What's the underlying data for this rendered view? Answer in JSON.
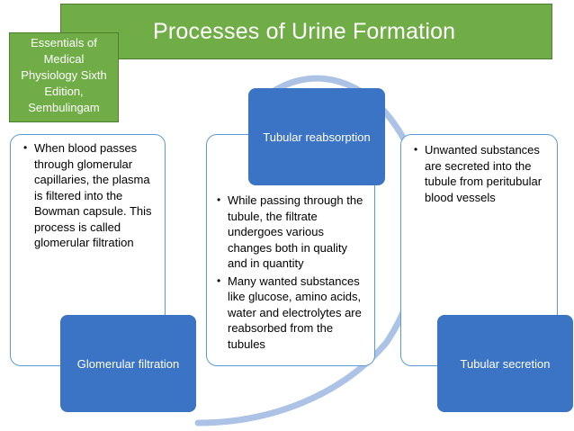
{
  "title": "Processes of Urine Formation",
  "source": [
    "Essentials of",
    "Medical",
    "Physiology Sixth",
    "Edition,",
    "Sembulingam"
  ],
  "colors": {
    "title_bg": "#70ad47",
    "label_bg": "#3b73c5",
    "card_border": "#5b9bd5",
    "arc": "#adc3e6"
  },
  "steps": [
    {
      "label": "Glomerular filtration",
      "bullets": [
        "When blood passes through glomerular capillaries, the plasma is filtered into the Bowman capsule. This process is called glomerular filtration"
      ]
    },
    {
      "label": "Tubular reabsorption",
      "bullets": [
        "While passing through the tubule, the filtrate undergoes various changes both in quality and in quantity",
        "Many wanted substances like glucose, amino acids, water and electrolytes are reabsorbed from the tubules"
      ]
    },
    {
      "label": "Tubular secretion",
      "bullets": [
        "Unwanted substances are secreted into the tubule from peritubular blood vessels"
      ]
    }
  ]
}
